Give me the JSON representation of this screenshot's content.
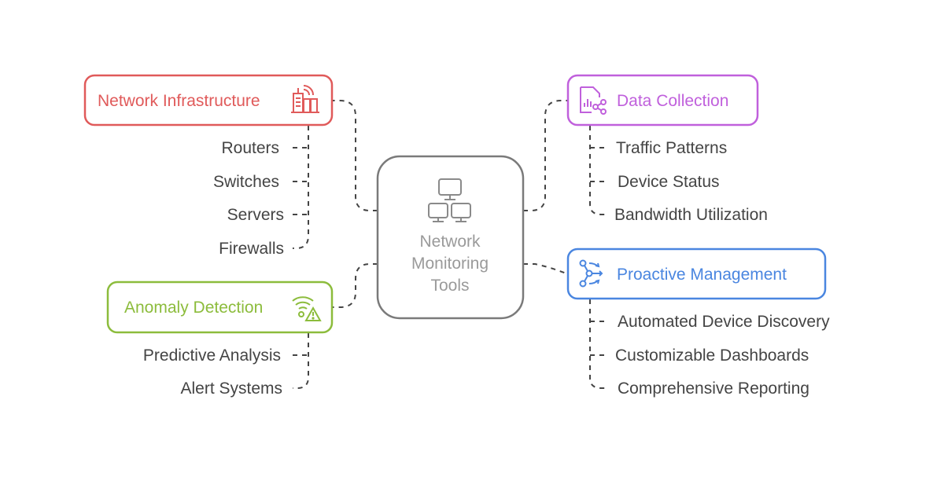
{
  "center": {
    "lines": [
      "Network",
      "Monitoring",
      "Tools"
    ],
    "icon": "network-computers-icon",
    "color": "#7a7a7a"
  },
  "branches": [
    {
      "id": "network-infrastructure",
      "label": "Network Infrastructure",
      "icon": "building-antenna-icon",
      "color": "#e05a5a",
      "side": "left",
      "children": [
        "Routers",
        "Switches",
        "Servers",
        "Firewalls"
      ]
    },
    {
      "id": "data-collection",
      "label": "Data Collection",
      "icon": "chart-share-document-icon",
      "color": "#c060dc",
      "side": "right",
      "children": [
        "Traffic Patterns",
        "Device Status",
        "Bandwidth Utilization"
      ]
    },
    {
      "id": "anomaly-detection",
      "label": "Anomaly Detection",
      "icon": "wifi-warning-icon",
      "color": "#8cbc3c",
      "side": "left",
      "children": [
        "Predictive Analysis",
        "Alert Systems"
      ]
    },
    {
      "id": "proactive-management",
      "label": "Proactive Management",
      "icon": "branching-arrows-icon",
      "color": "#4a86e0",
      "side": "right",
      "children": [
        "Automated Device Discovery",
        "Customizable Dashboards",
        "Comprehensive Reporting"
      ]
    }
  ]
}
